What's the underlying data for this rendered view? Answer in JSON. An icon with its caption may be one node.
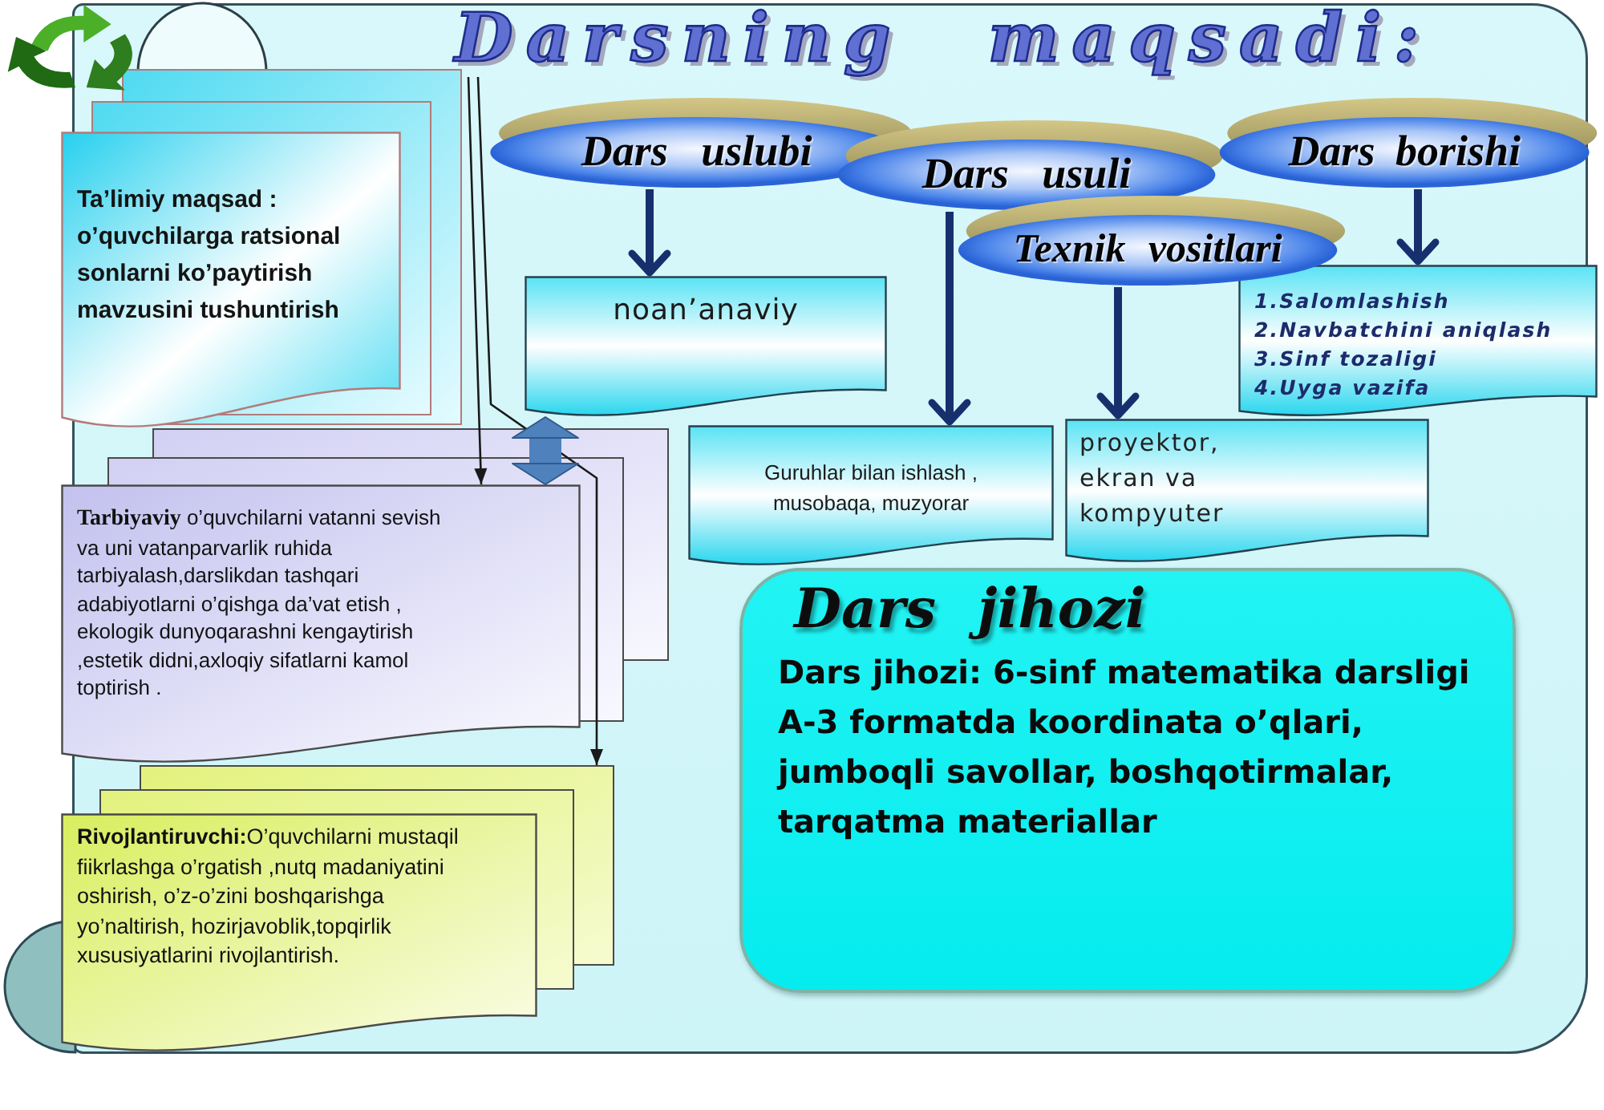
{
  "diagram": {
    "nodes": [
      {
        "text": [
          "Darsning maqsadi:"
        ]
      },
      {
        "text": [
          "Ta’limiy maqsad : o’quvchilarga ratsional sonlarni ko’paytirish mavzusini tushuntirish"
        ]
      },
      {
        "text": [
          "Dars uslubi"
        ]
      },
      {
        "text": [
          "Dars usuli"
        ]
      },
      {
        "text": [
          "Dars borishi"
        ]
      },
      {
        "text": [
          "Texnik vositlari"
        ]
      },
      {
        "text": [
          "noan’anaviy"
        ]
      },
      {
        "text": [
          "1.Salomlashish",
          "2.Navbatchini aniqlash",
          "3.Sinf tozaligi",
          "4.Uyga vazifa"
        ]
      },
      {
        "text": [
          "Guruhlar bilan ishlash , musobaqa, muzyorar"
        ]
      },
      {
        "text": [
          "proyektor, ekran va kompyuter"
        ]
      },
      {
        "text": [
          "**Tarbiyaviy** o’quvchilarni vatanni sevish va uni vatanparvarlik ruhida tarbiyalash,darslikdan tashqari adabiyotlarni o’qishga da’vat etish , ekologik dunyoqarashni kengaytirish ,estetik didni,axloqiy sifatlarni kamol toptirish ."
        ]
      },
      {
        "text": [
          "Dars jihozi",
          "Dars jihozi: 6-sinf matematika darsligi A-3 formatda koordinata o’qlari, jumboqli savollar, boshqotirmalar, tarqatma materiallar"
        ]
      },
      {
        "text": [
          "**Rivojlantiruvchi:**O’quvchilarni mustaqil fiikrlashga o’rgatish ,nutq madaniyatini oshirish, o’z-o’zini boshqarishga yo’naltirish, hozirjavoblik,topqirlik xususiyatlarini rivojlantirish."
        ]
      }
    ],
    "edges": [
      {
        "from": 0,
        "to": 10,
        "arrow": "to",
        "color": "#1a1a1a"
      },
      {
        "from": 0,
        "to": 12,
        "arrow": "to",
        "color": "#1a1a1a"
      },
      {
        "from": 2,
        "to": 6,
        "arrow": "to"
      },
      {
        "from": 3,
        "to": 8,
        "arrow": "to"
      },
      {
        "from": 4,
        "to": 7,
        "arrow": "to"
      },
      {
        "from": 5,
        "to": 9,
        "arrow": "to"
      },
      {
        "from": 6,
        "to": 10,
        "arrow": "both",
        "style": "thick",
        "color": "#4f81bd"
      }
    ]
  }
}
